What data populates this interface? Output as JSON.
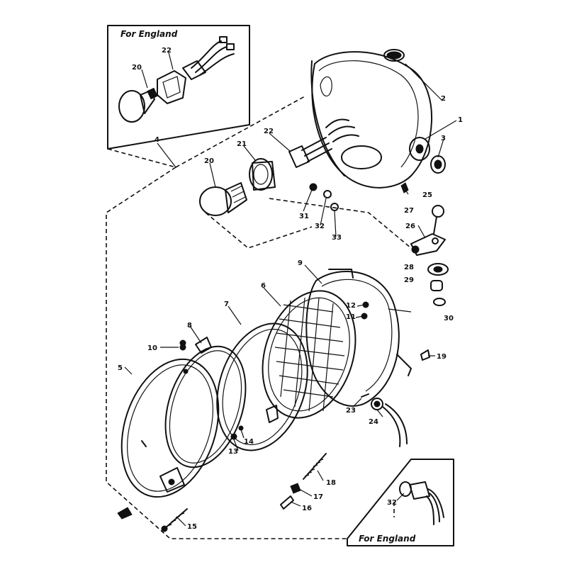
{
  "insets": {
    "top_left_title": "For England",
    "bottom_right_title": "For England"
  },
  "callouts": [
    {
      "id": "c20a",
      "label": "20"
    },
    {
      "id": "c22a",
      "label": "22"
    },
    {
      "id": "c4",
      "label": "4"
    },
    {
      "id": "c2",
      "label": "2"
    },
    {
      "id": "c1",
      "label": "1"
    },
    {
      "id": "c3",
      "label": "3"
    },
    {
      "id": "c22b",
      "label": "22"
    },
    {
      "id": "c21",
      "label": "21"
    },
    {
      "id": "c20b",
      "label": "20"
    },
    {
      "id": "c25",
      "label": "25"
    },
    {
      "id": "c27",
      "label": "27"
    },
    {
      "id": "c31",
      "label": "31"
    },
    {
      "id": "c32a",
      "label": "32"
    },
    {
      "id": "c33",
      "label": "33"
    },
    {
      "id": "c26",
      "label": "26"
    },
    {
      "id": "c9",
      "label": "9"
    },
    {
      "id": "c28",
      "label": "28"
    },
    {
      "id": "c29",
      "label": "29"
    },
    {
      "id": "c30",
      "label": "30"
    },
    {
      "id": "c6",
      "label": "6"
    },
    {
      "id": "c7",
      "label": "7"
    },
    {
      "id": "c12",
      "label": "12"
    },
    {
      "id": "c11",
      "label": "11"
    },
    {
      "id": "c8",
      "label": "8"
    },
    {
      "id": "c10",
      "label": "10"
    },
    {
      "id": "c19",
      "label": "19"
    },
    {
      "id": "c5",
      "label": "5"
    },
    {
      "id": "c23",
      "label": "23"
    },
    {
      "id": "c24",
      "label": "24"
    },
    {
      "id": "c13",
      "label": "13"
    },
    {
      "id": "c14",
      "label": "14"
    },
    {
      "id": "c18",
      "label": "18"
    },
    {
      "id": "c17",
      "label": "17"
    },
    {
      "id": "c16",
      "label": "16"
    },
    {
      "id": "c15",
      "label": "15"
    },
    {
      "id": "c32b",
      "label": "32"
    }
  ]
}
